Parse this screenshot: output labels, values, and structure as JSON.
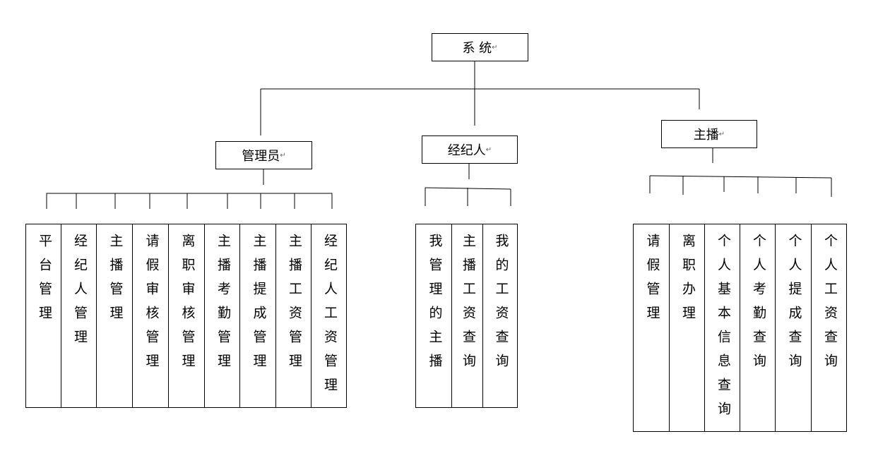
{
  "root": {
    "label": "系 统"
  },
  "branches": [
    {
      "label": "管理员",
      "leaves": [
        "平台管理",
        "经纪人管理",
        "主播管理",
        "请假审核管理",
        "离职审核管理",
        "主播考勤管理",
        "主播提成管理",
        "主播工资管理",
        "经纪人工资管理"
      ]
    },
    {
      "label": "经纪人",
      "leaves": [
        "我管理的主播",
        "主播工资查询",
        "我的工资查询"
      ]
    },
    {
      "label": "主播",
      "leaves": [
        "请假管理",
        "离职办理",
        "个人基本信息查询",
        "个人考勤查询",
        "个人提成查询",
        "个人工资查询"
      ]
    }
  ]
}
